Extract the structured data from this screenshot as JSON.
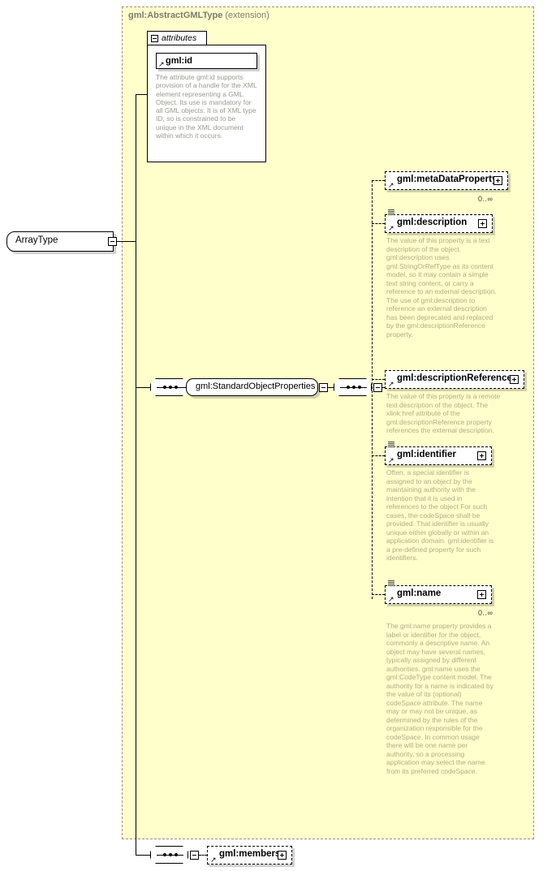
{
  "diagram": {
    "type": "xsd-schema-diagram",
    "root_type": {
      "label": "ArrayType"
    },
    "extension": {
      "title": "gml:AbstractGMLType",
      "title_suffix": "(extension)",
      "background_color": "#ffffcc",
      "border_color": "#999080"
    },
    "attributes_group": {
      "label": "attributes",
      "items": [
        {
          "name": "gml:id",
          "documentation": "The attribute gml:id supports provision of a handle for the XML element representing a GML Object. Its use is mandatory for all GML objects. It is of XML type ID, so is constrained to be unique in the XML document within which it occurs."
        }
      ]
    },
    "group_ref": {
      "label": "gml:StandardObjectProperties"
    },
    "compositors": [
      {
        "name": "sequence-left",
        "kind": "sequence"
      },
      {
        "name": "sequence-inner",
        "kind": "sequence"
      },
      {
        "name": "sequence-members",
        "kind": "sequence"
      }
    ],
    "elements": [
      {
        "name": "gml:metaDataProperty",
        "occurrence": "0..∞",
        "optional": true,
        "has_documentation": false,
        "documentation": ""
      },
      {
        "name": "gml:description",
        "occurrence": "",
        "optional": true,
        "has_documentation": true,
        "documentation": "The value of this property is a text description of the object. gml:description uses gml:StringOrRefType as its content model, so it may contain a simple text string content, or carry a reference to an external description. The use of gml:description to reference an external description has been deprecated and replaced by the gml:descriptionReference property."
      },
      {
        "name": "gml:descriptionReference",
        "occurrence": "",
        "optional": true,
        "has_documentation": false,
        "documentation": "The value of this property is a remote text description of the object. The xlink:href attribute of the gml:descriptionReference property references the external description."
      },
      {
        "name": "gml:identifier",
        "occurrence": "",
        "optional": true,
        "has_documentation": true,
        "documentation": "Often, a special identifier is assigned to an object by the maintaining authority with the intention that it is used in references to the object For such cases, the codeSpace shall be provided. That identifier is usually unique either globally or within an application domain. gml:identifier is a pre-defined property for such identifiers."
      },
      {
        "name": "gml:name",
        "occurrence": "0..∞",
        "optional": true,
        "has_documentation": true,
        "documentation": "The gml:name property provides a label or identifier for the object, commonly a descriptive name. An object may have several names, typically assigned by different authorities. gml:name uses the gml:CodeType content model.  The authority for a name is indicated by the value of its (optional) codeSpace attribute.  The name may or may not be unique, as determined by the rules of the organization responsible for the codeSpace.  In common usage there will be one name per authority, so a processing application may select the name from its preferred codeSpace."
      },
      {
        "name": "gml:members",
        "occurrence": "",
        "optional": true,
        "has_documentation": false,
        "documentation": ""
      }
    ]
  }
}
